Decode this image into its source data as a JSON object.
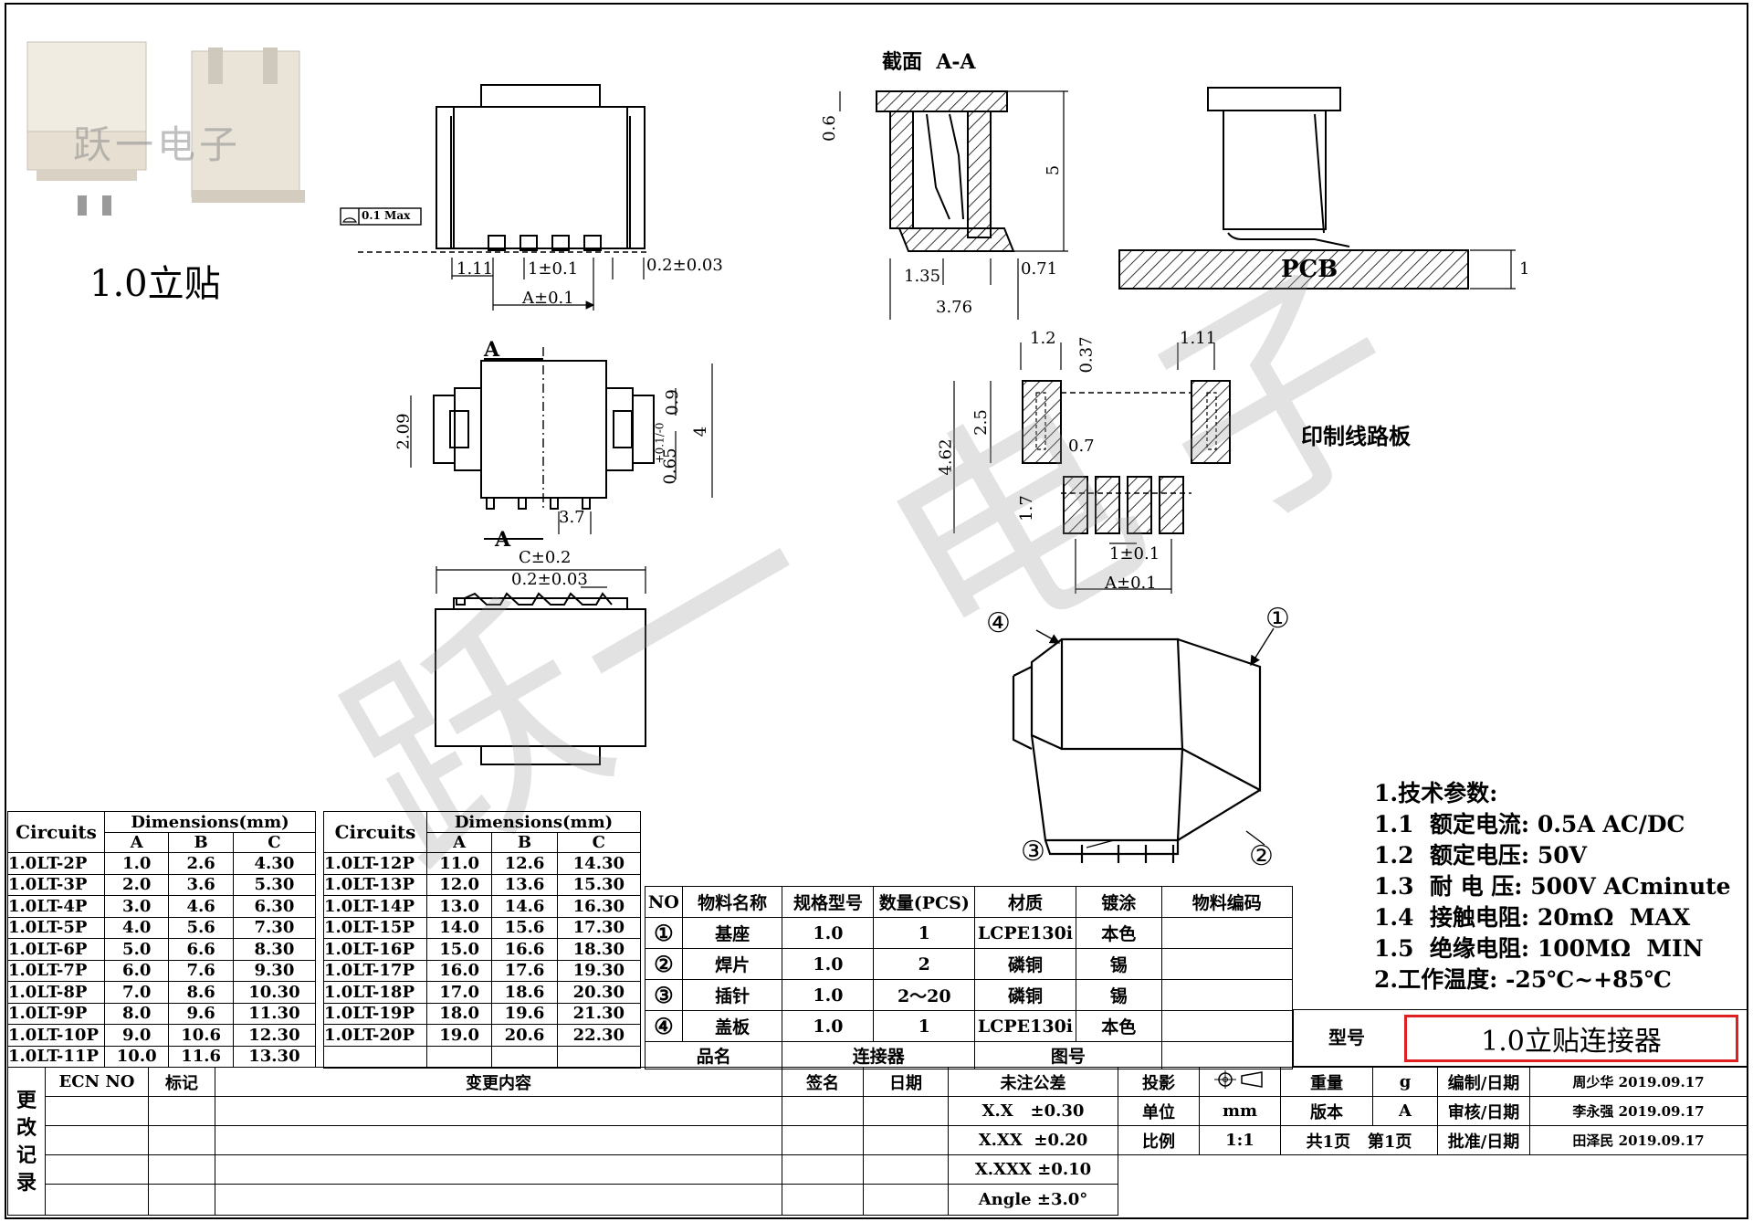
{
  "photo_caption": "1.0立贴",
  "photo_watermark": "跃一电子",
  "watermark": [
    "跃",
    "一",
    "电",
    "子"
  ],
  "views": {
    "flatness": "0.1 Max",
    "dim_1_11": "1.11",
    "dim_1_pm01": "1±0.1",
    "dim_02_003": "0.2±0.03",
    "dim_A_pm01": "A±0.1",
    "section_label": "A",
    "dim_209": "2.09",
    "dim_09": "0.9",
    "dim_065": "0.65",
    "dim_065_tol": "+0.1/-0",
    "dim_4": "4",
    "dim_37": "3.7",
    "dim_C_pm02": "C±0.2",
    "section_title": "截面  A-A",
    "dim_06": "0.6",
    "dim_5": "5",
    "dim_135": "1.35",
    "dim_071": "0.71",
    "dim_376": "3.76",
    "pcb_label": "PCB",
    "dim_pcb_1": "1",
    "pad_12": "1.2",
    "pad_037": "0.37",
    "pad_111": "1.11",
    "pad_25": "2.5",
    "pad_462": "4.62",
    "pad_07": "0.7",
    "pad_17": "1.7",
    "pad_1pm01": "1±0.1",
    "pad_Apm01": "A±0.1",
    "pcb_title": "印制线路板",
    "callout_1": "①",
    "callout_2": "②",
    "callout_3": "③",
    "callout_4": "④"
  },
  "dimension_table": {
    "header_circuits": "Circuits",
    "header_dimensions": "Dimensions(mm)",
    "col_a": "A",
    "col_b": "B",
    "col_c": "C",
    "left_rows": [
      [
        "1.0LT-2P",
        "1.0",
        "2.6",
        "4.30"
      ],
      [
        "1.0LT-3P",
        "2.0",
        "3.6",
        "5.30"
      ],
      [
        "1.0LT-4P",
        "3.0",
        "4.6",
        "6.30"
      ],
      [
        "1.0LT-5P",
        "4.0",
        "5.6",
        "7.30"
      ],
      [
        "1.0LT-6P",
        "5.0",
        "6.6",
        "8.30"
      ],
      [
        "1.0LT-7P",
        "6.0",
        "7.6",
        "9.30"
      ],
      [
        "1.0LT-8P",
        "7.0",
        "8.6",
        "10.30"
      ],
      [
        "1.0LT-9P",
        "8.0",
        "9.6",
        "11.30"
      ],
      [
        "1.0LT-10P",
        "9.0",
        "10.6",
        "12.30"
      ],
      [
        "1.0LT-11P",
        "10.0",
        "11.6",
        "13.30"
      ]
    ],
    "right_rows": [
      [
        "1.0LT-12P",
        "11.0",
        "12.6",
        "14.30"
      ],
      [
        "1.0LT-13P",
        "12.0",
        "13.6",
        "15.30"
      ],
      [
        "1.0LT-14P",
        "13.0",
        "14.6",
        "16.30"
      ],
      [
        "1.0LT-15P",
        "14.0",
        "15.6",
        "17.30"
      ],
      [
        "1.0LT-16P",
        "15.0",
        "16.6",
        "18.30"
      ],
      [
        "1.0LT-17P",
        "16.0",
        "17.6",
        "19.30"
      ],
      [
        "1.0LT-18P",
        "17.0",
        "18.6",
        "20.30"
      ],
      [
        "1.0LT-19P",
        "18.0",
        "19.6",
        "21.30"
      ],
      [
        "1.0LT-20P",
        "19.0",
        "20.6",
        "22.30"
      ]
    ]
  },
  "specs": {
    "title": "1.技术参数:",
    "lines": [
      "1.1  额定电流: 0.5A AC/DC",
      "1.2  额定电压: 50V",
      "1.3  耐 电 压: 500V ACminute",
      "1.4  接触电阻: 20mΩ  MAX",
      "1.5  绝缘电阻: 100MΩ  MIN",
      "2.工作温度: -25℃~+85℃"
    ]
  },
  "bom": {
    "headers": [
      "NO",
      "物料名称",
      "规格型号",
      "数量(PCS)",
      "材质",
      "镀涂",
      "物料编码"
    ],
    "rows": [
      [
        "①",
        "基座",
        "1.0",
        "1",
        "LCPE130i",
        "本色",
        ""
      ],
      [
        "②",
        "焊片",
        "1.0",
        "2",
        "磷铜",
        "锡",
        ""
      ],
      [
        "③",
        "插针",
        "1.0",
        "2～20",
        "磷铜",
        "锡",
        ""
      ],
      [
        "④",
        "盖板",
        "1.0",
        "1",
        "LCPE130i",
        "本色",
        ""
      ]
    ],
    "footer": [
      "品名",
      "连接器",
      "图号",
      ""
    ]
  },
  "model": {
    "label": "型号",
    "value": "1.0立贴连接器"
  },
  "title_block": {
    "change_record": "更改记录",
    "headers": [
      "ECN NO",
      "标记",
      "变更内容",
      "签名",
      "日期"
    ],
    "tolerance_title": "未注公差",
    "tolerances": [
      "X.X   ±0.30",
      "X.XX  ±0.20",
      "X.XXX ±0.10",
      "Angle ±3.0°"
    ],
    "projection": "投影",
    "unit_label": "单位",
    "unit_value": "mm",
    "scale_label": "比例",
    "scale_value": "1:1",
    "weight_label": "重量",
    "weight_value": "g",
    "version_label": "版本",
    "version_value": "A",
    "pages": "共1页   第1页",
    "drawn_label": "编制/日期",
    "drawn_value": "周少华 2019.09.17",
    "checked_label": "审核/日期",
    "checked_value": "李永强 2019.09.17",
    "approved_label": "批准/日期",
    "approved_value": "田泽民 2019.09.17"
  }
}
